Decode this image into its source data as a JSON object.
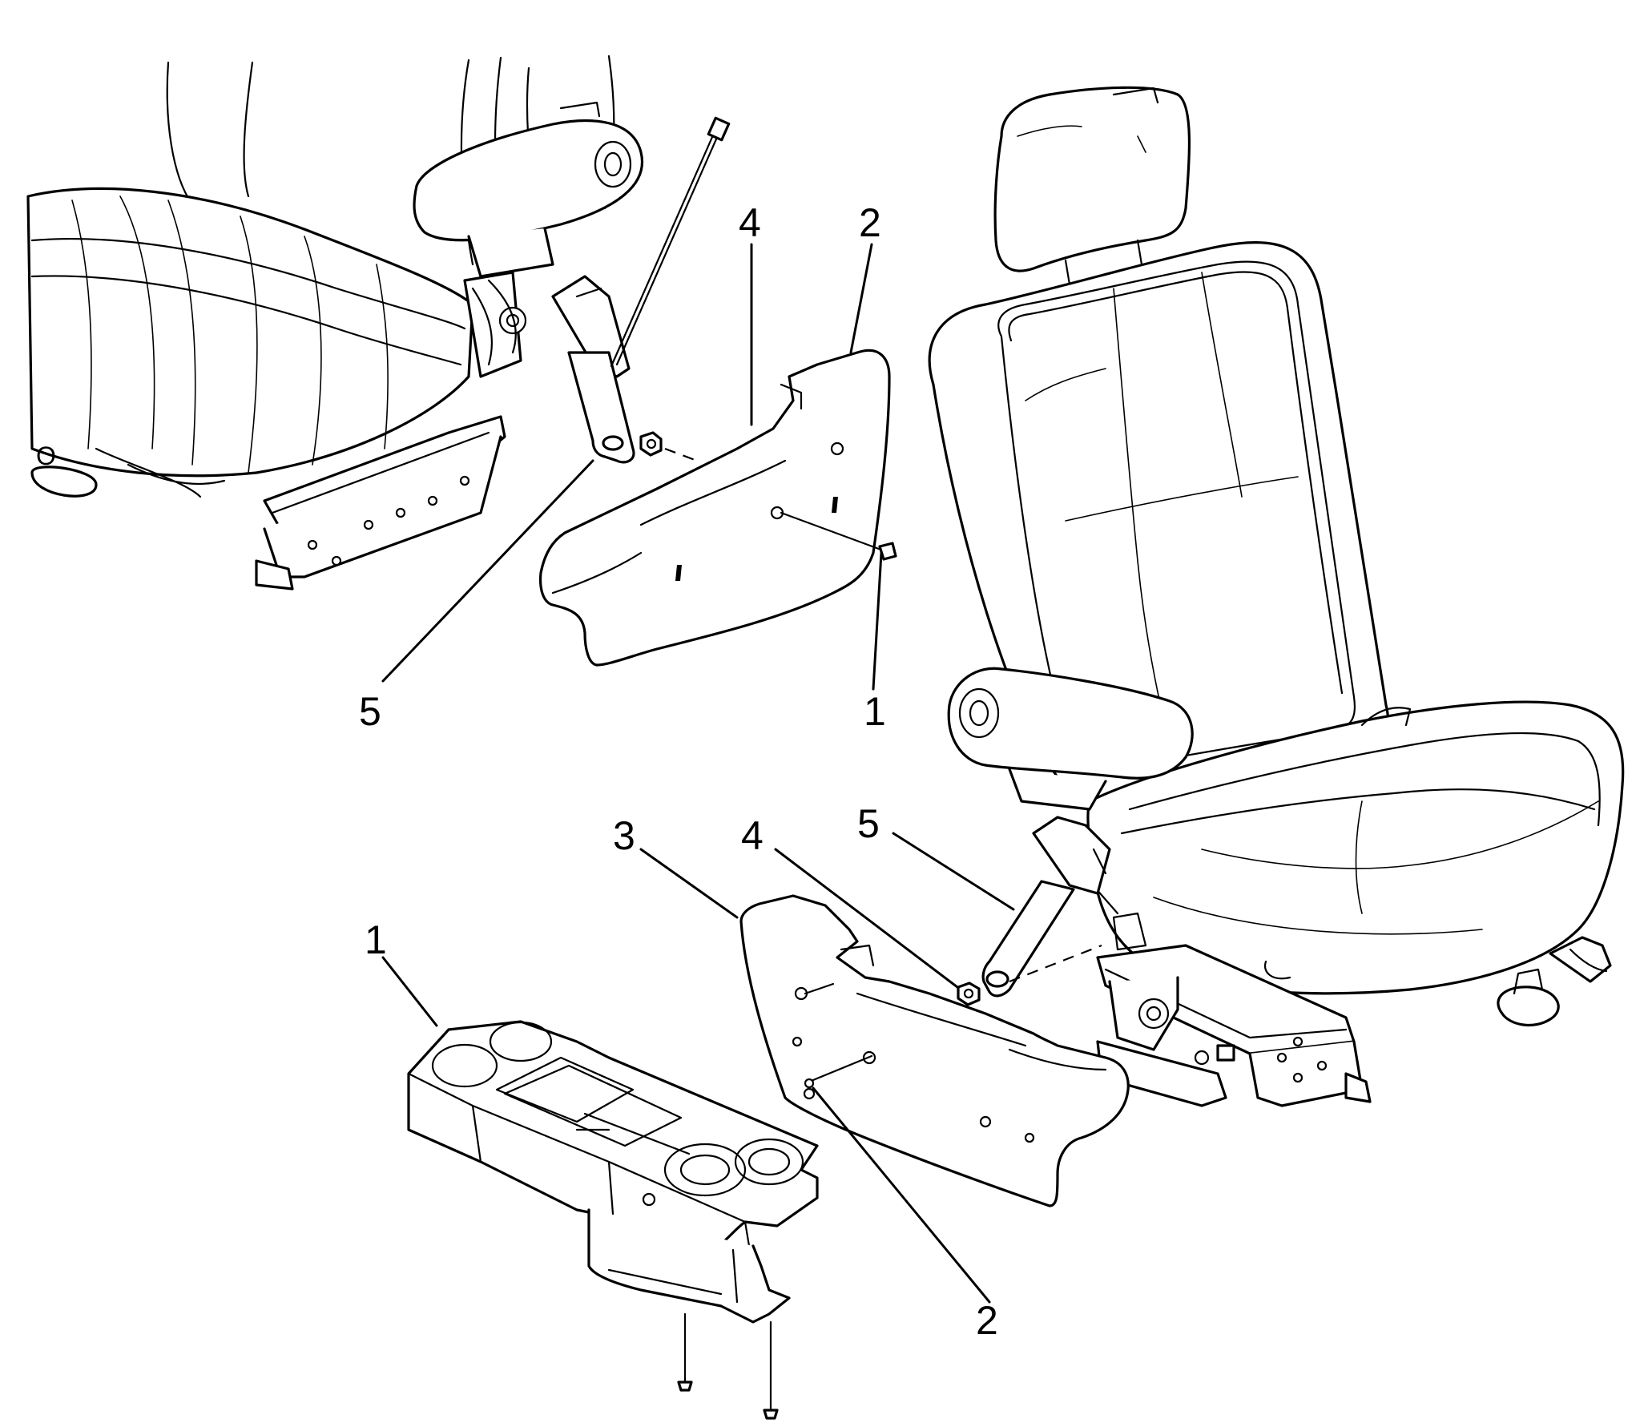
{
  "callouts": {
    "upper_1": "1",
    "upper_2": "2",
    "upper_4": "4",
    "upper_5": "5",
    "lower_1": "1",
    "lower_2": "2",
    "lower_3": "3",
    "lower_4": "4",
    "lower_5": "5"
  }
}
